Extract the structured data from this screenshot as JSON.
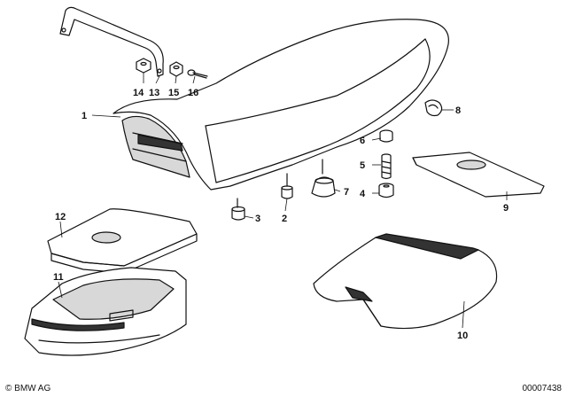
{
  "footer": {
    "copyright": "© BMW AG",
    "doc_number": "00007438"
  },
  "callouts": [
    "1",
    "2",
    "3",
    "4",
    "5",
    "6",
    "7",
    "8",
    "9",
    "10",
    "11",
    "12",
    "13",
    "14",
    "15",
    "16"
  ]
}
